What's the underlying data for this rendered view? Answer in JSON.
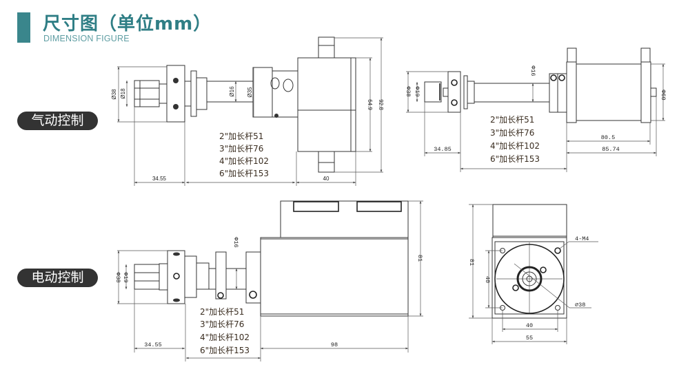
{
  "header": {
    "title": "尺寸图（单位mm）",
    "subtitle": "DIMENSION FIGURE",
    "accent": "#3a868c"
  },
  "sections": [
    {
      "label": "气动控制"
    },
    {
      "label": "电动控制"
    }
  ],
  "extension_notes": [
    "2\"加长杆51",
    "3\"加长杆76",
    "4\"加长杆102",
    "6\"加长杆153"
  ],
  "pneumatic_side": {
    "d_outer": "Ø38",
    "d_inner": "Ø18",
    "d_shaft": "Ø16",
    "d_clamp": "Ø35",
    "h_body": "64.9",
    "h_total": "92.8",
    "len_knob": "34.55",
    "len_body": "40"
  },
  "pneumatic_alt": {
    "d_outer": "Φ38",
    "d_inner": "Φ19",
    "d_shaft": "Φ16",
    "d_body": "Φ60",
    "len_body": "80.5",
    "len_total": "85.74",
    "len_knob": "34.85"
  },
  "electric_side": {
    "d_outer": "Φ38",
    "d_inner": "Φ19",
    "d_shaft": "Φ16",
    "height": "81",
    "len_knob": "34.55",
    "len_body": "98"
  },
  "electric_end": {
    "height": "81",
    "hole_pitch_v": "40",
    "hole_pitch_h": "40",
    "width": "55",
    "thread": "4-M4",
    "d_flange": "⌀38"
  }
}
